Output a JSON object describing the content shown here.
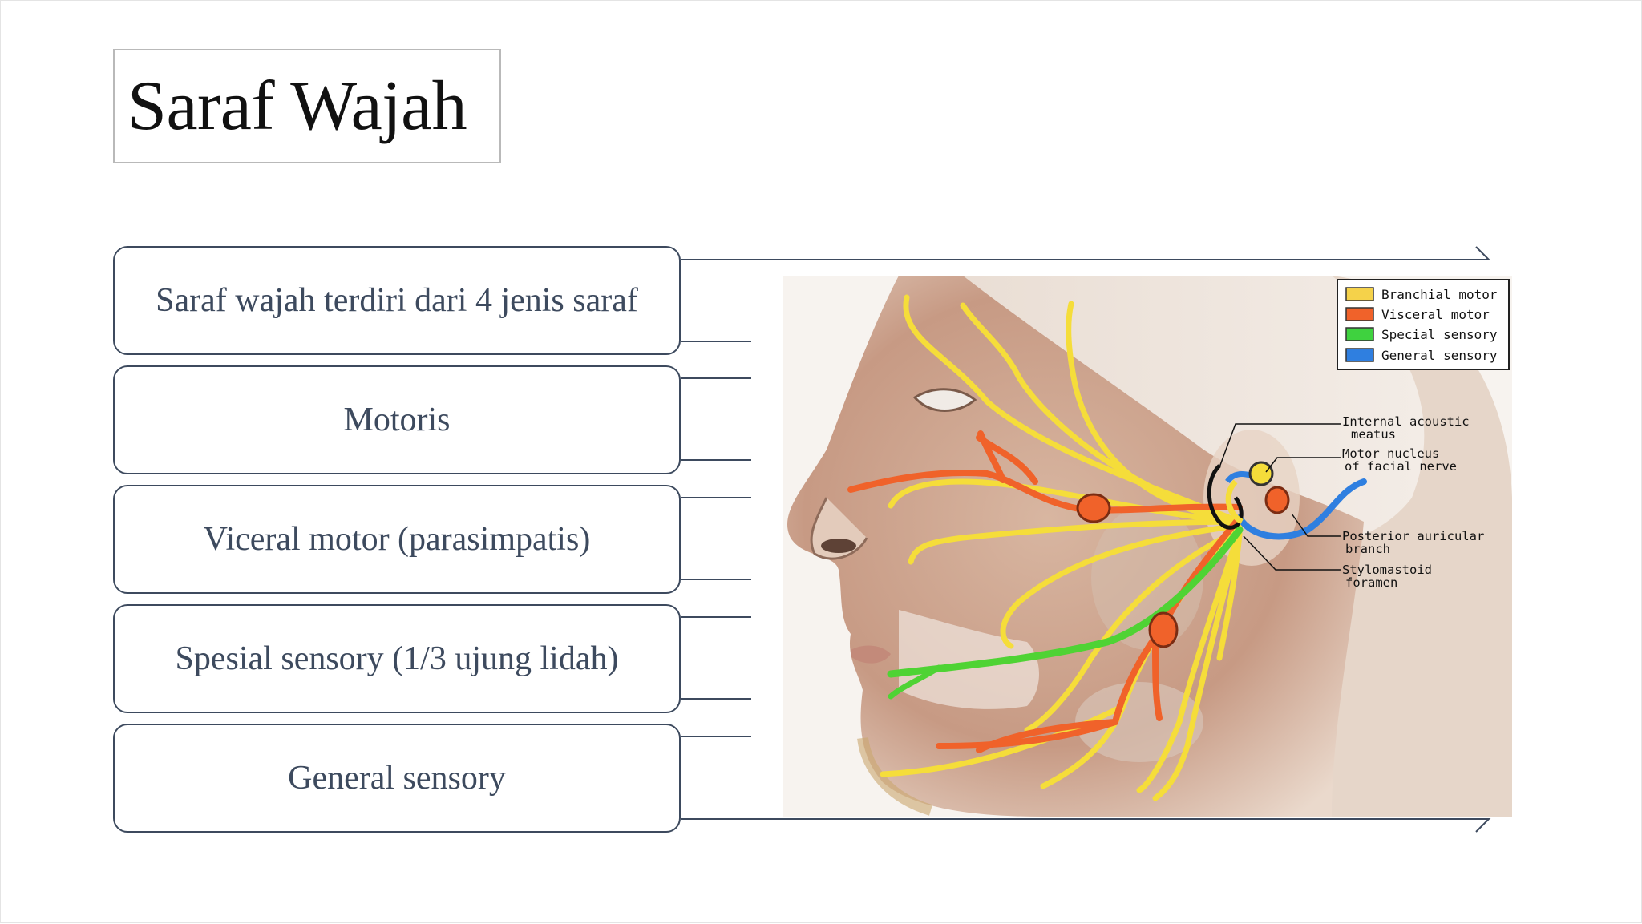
{
  "slide": {
    "title": "Saraf Wajah",
    "items": [
      "Saraf wajah terdiri dari 4 jenis saraf",
      "Motoris",
      "Viceral motor (parasimpatis)",
      "Spesial sensory (1/3 ujung lidah)",
      "General sensory"
    ]
  },
  "figure": {
    "legend": [
      {
        "label": "Branchial motor",
        "color": "#f5d24a"
      },
      {
        "label": "Visceral motor",
        "color": "#f0622a"
      },
      {
        "label": "Special sensory",
        "color": "#3fd23f"
      },
      {
        "label": "General sensory",
        "color": "#2f7fe0"
      }
    ],
    "callouts": {
      "internal_acoustic_1": "Internal acoustic",
      "internal_acoustic_2": "meatus",
      "motor_nucleus_1": "Motor nucleus",
      "motor_nucleus_2": "of facial nerve",
      "posterior_auricular_1": "Posterior auricular",
      "posterior_auricular_2": "branch",
      "stylomastoid_1": "Stylomastoid",
      "stylomastoid_2": "foramen"
    }
  }
}
